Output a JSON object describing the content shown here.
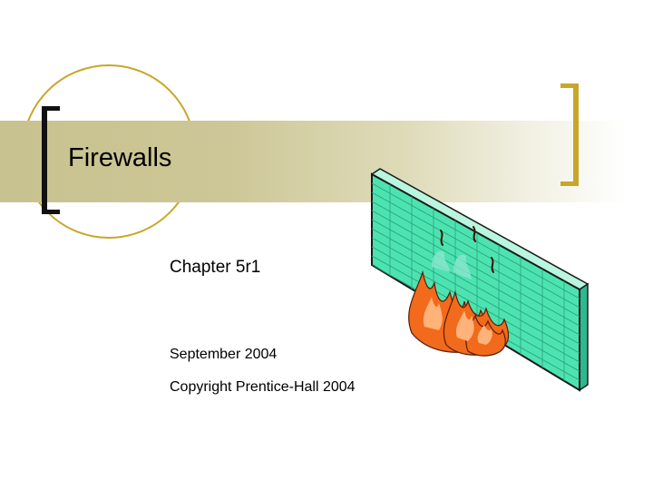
{
  "slide": {
    "title": "Firewalls",
    "subtitle": "Chapter 5r1",
    "date_line": "September 2004",
    "copyright_line": "Copyright Prentice-Hall 2004"
  },
  "colors": {
    "accent_gold": "#c8a62a",
    "band": "#cdc797",
    "wall": "#4de3b1",
    "flame": "#f26a1b"
  },
  "icons": {
    "illustration": "firewall-icon"
  }
}
